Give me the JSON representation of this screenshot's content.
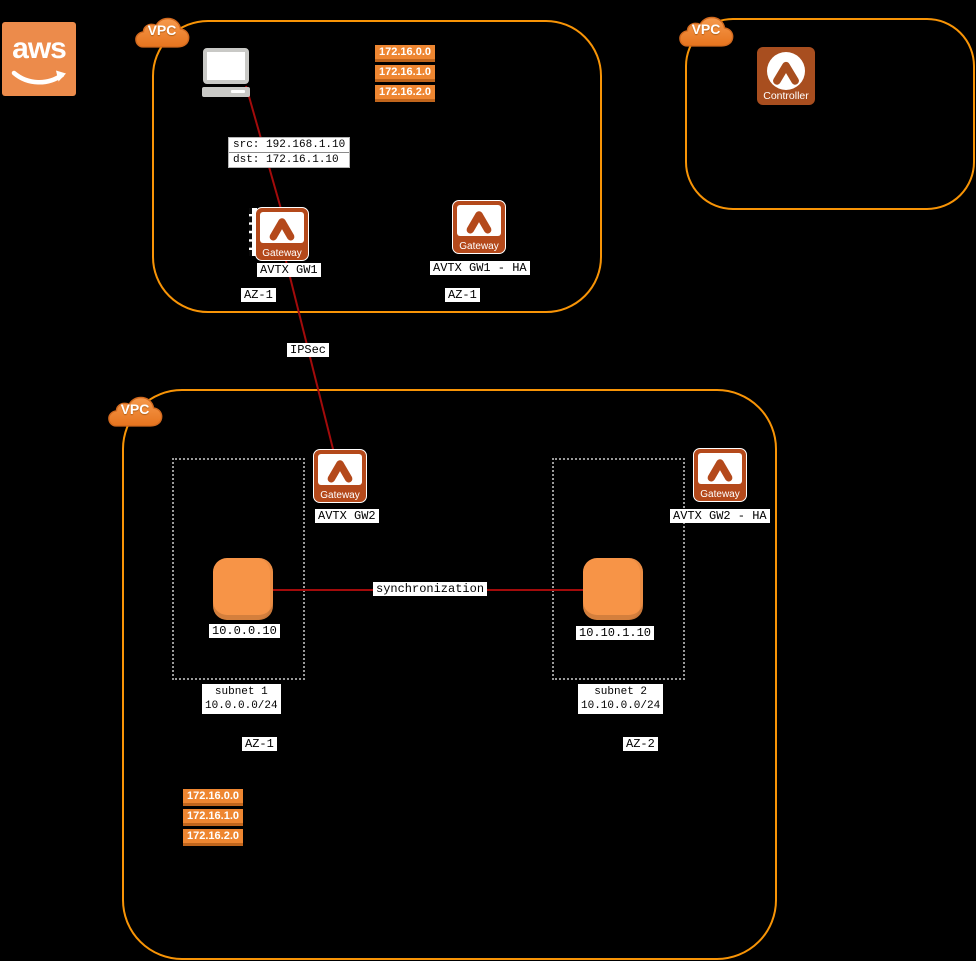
{
  "colors": {
    "vpc_border": "#F89406",
    "aws_logo_orange": "#EC8B4B",
    "icon_rust": "#B4491B",
    "controller_rust": "#A84E1F",
    "instance_orange": "#F79447",
    "badge_orange": "#EE8631",
    "line_red": "#A30B0B"
  },
  "aws_logo": {
    "label": "aws"
  },
  "vpc_top_left": {
    "cloud_label": "VPC",
    "route_badges": [
      "172.16.0.0",
      "172.16.1.0",
      "172.16.2.0"
    ],
    "packet": {
      "src": "src: 192.168.1.10",
      "dst": "dst: 172.16.1.10"
    },
    "gateway1": {
      "icon_label": "Gateway",
      "name": "AVTX GW1",
      "az": "AZ-1"
    },
    "gateway1_ha": {
      "icon_label": "Gateway",
      "name": "AVTX GW1 - HA",
      "az": "AZ-1"
    }
  },
  "vpc_top_right": {
    "cloud_label": "VPC",
    "controller": {
      "icon_label": "Controller"
    }
  },
  "vpc_bottom": {
    "cloud_label": "VPC",
    "gateway2": {
      "icon_label": "Gateway",
      "name": "AVTX GW2"
    },
    "gateway2_ha": {
      "icon_label": "Gateway",
      "name": "AVTX GW2 - HA"
    },
    "subnet1": {
      "instance_ip": "10.0.0.10",
      "label": "subnet 1",
      "cidr": "10.0.0.0/24",
      "az": "AZ-1"
    },
    "subnet2": {
      "instance_ip": "10.10.1.10",
      "label": "subnet 2",
      "cidr": "10.10.0.0/24",
      "az": "AZ-2"
    },
    "route_badges": [
      "172.16.0.0",
      "172.16.1.0",
      "172.16.2.0"
    ]
  },
  "connections": {
    "ipsec_label": "IPSec",
    "sync_label": "synchronization"
  }
}
